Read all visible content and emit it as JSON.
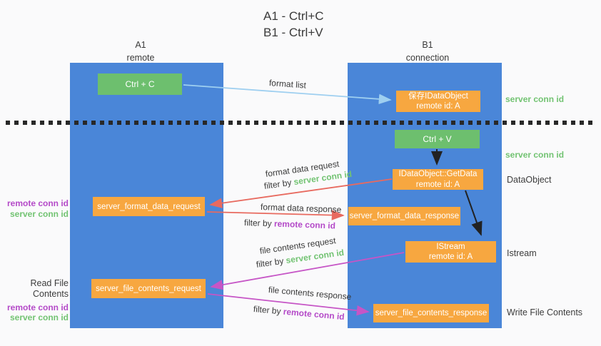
{
  "title": {
    "line1": "A1 - Ctrl+C",
    "line2": "B1 - Ctrl+V"
  },
  "lanes": {
    "left": {
      "name": "A1",
      "role": "remote"
    },
    "right": {
      "name": "B1",
      "role": "connection"
    }
  },
  "boxes": {
    "ctrl_c": "Ctrl + C",
    "ctrl_v": "Ctrl + V",
    "save_idataobject": {
      "line1": "保存IDataObject",
      "line2": "remote id: A"
    },
    "getdata": {
      "line1": "IDataObject::GetData",
      "line2": "remote id: A"
    },
    "istream": {
      "line1": "IStream",
      "line2": "remote id: A"
    },
    "server_format_data_request": "server_format_data_request",
    "server_format_data_response": "server_format_data_response",
    "server_file_contents_request": "server_file_contents_request",
    "server_file_contents_response": "server_file_contents_response"
  },
  "flow_labels": {
    "format_list": "format list",
    "format_data_request": "format data request",
    "filter_server_1": {
      "prefix": "filter by ",
      "highlight": "server conn id"
    },
    "format_data_response": "format data response",
    "filter_remote_1": {
      "prefix": "filter by ",
      "highlight": "remote conn id"
    },
    "file_contents_request": "file contents request",
    "filter_server_2": {
      "prefix": "filter by ",
      "highlight": "server conn id"
    },
    "file_contents_response": "file contents response",
    "filter_remote_2": {
      "prefix": "filter by ",
      "highlight": "remote conn id"
    }
  },
  "side_labels": {
    "right": {
      "server_conn_id_1": "server conn id",
      "server_conn_id_2": "server conn id",
      "dataobject": "DataObject",
      "istream": "Istream",
      "write_file_contents": "Write File Contents"
    },
    "left": {
      "remote_conn_id_1": "remote conn id",
      "server_conn_id_1": "server conn id",
      "read_file_contents": "Read File Contents",
      "remote_conn_id_2": "remote conn id",
      "server_conn_id_2": "server conn id"
    }
  },
  "colors": {
    "lane_blue": "#4a86d8",
    "box_green": "#6dbf6e",
    "box_orange": "#f7a740",
    "arrow_lightblue": "#9ecff0",
    "arrow_black": "#222222",
    "arrow_red": "#e86a5f",
    "arrow_magenta": "#c655c6",
    "text_green": "#72c372",
    "text_purple": "#b44ac8",
    "text_gray": "#3c3c3c"
  }
}
